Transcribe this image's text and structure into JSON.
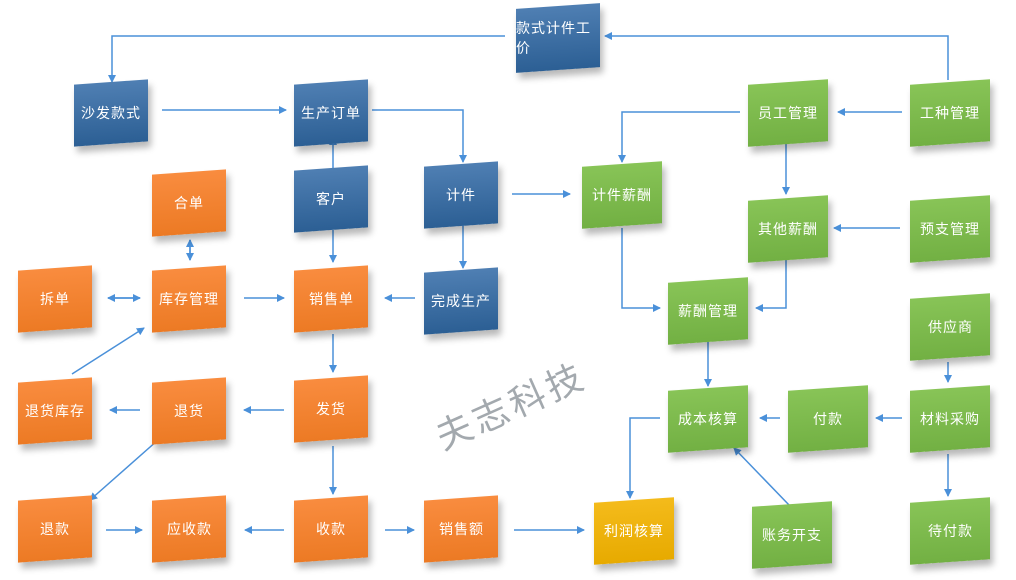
{
  "diagram": {
    "watermark": "夫志科技",
    "nodes": [
      {
        "id": "style_piece_price",
        "label": "款式计件工价",
        "color": "blue"
      },
      {
        "id": "sofa_style",
        "label": "沙发款式",
        "color": "blue"
      },
      {
        "id": "production_order",
        "label": "生产订单",
        "color": "blue"
      },
      {
        "id": "customer",
        "label": "客户",
        "color": "blue"
      },
      {
        "id": "piecework",
        "label": "计件",
        "color": "blue"
      },
      {
        "id": "finish_production",
        "label": "完成生产",
        "color": "blue"
      },
      {
        "id": "merge_order",
        "label": "合单",
        "color": "orange"
      },
      {
        "id": "split_order",
        "label": "拆单",
        "color": "orange"
      },
      {
        "id": "inventory_mgmt",
        "label": "库存管理",
        "color": "orange"
      },
      {
        "id": "sales_order",
        "label": "销售单",
        "color": "orange"
      },
      {
        "id": "return_stock",
        "label": "退货库存",
        "color": "orange"
      },
      {
        "id": "return_goods",
        "label": "退货",
        "color": "orange"
      },
      {
        "id": "ship",
        "label": "发货",
        "color": "orange"
      },
      {
        "id": "refund",
        "label": "退款",
        "color": "orange"
      },
      {
        "id": "receivable",
        "label": "应收款",
        "color": "orange"
      },
      {
        "id": "collection",
        "label": "收款",
        "color": "orange"
      },
      {
        "id": "sales_amount",
        "label": "销售额",
        "color": "orange"
      },
      {
        "id": "profit_accounting",
        "label": "利润核算",
        "color": "gold"
      },
      {
        "id": "piece_salary",
        "label": "计件薪酬",
        "color": "green"
      },
      {
        "id": "staff_mgmt",
        "label": "员工管理",
        "color": "green"
      },
      {
        "id": "job_type_mgmt",
        "label": "工种管理",
        "color": "green"
      },
      {
        "id": "other_salary",
        "label": "其他薪酬",
        "color": "green"
      },
      {
        "id": "advance_mgmt",
        "label": "预支管理",
        "color": "green"
      },
      {
        "id": "salary_mgmt",
        "label": "薪酬管理",
        "color": "green"
      },
      {
        "id": "supplier",
        "label": "供应商",
        "color": "green"
      },
      {
        "id": "cost_accounting",
        "label": "成本核算",
        "color": "green"
      },
      {
        "id": "payment",
        "label": "付款",
        "color": "green"
      },
      {
        "id": "material_purchase",
        "label": "材料采购",
        "color": "green"
      },
      {
        "id": "expenses",
        "label": "账务开支",
        "color": "green"
      },
      {
        "id": "payable",
        "label": "待付款",
        "color": "green"
      }
    ],
    "colors": {
      "blue": "#2f6195",
      "orange": "#f07f2b",
      "green": "#78b549",
      "gold": "#ebad0a",
      "arrow": "#4a90d9"
    }
  }
}
